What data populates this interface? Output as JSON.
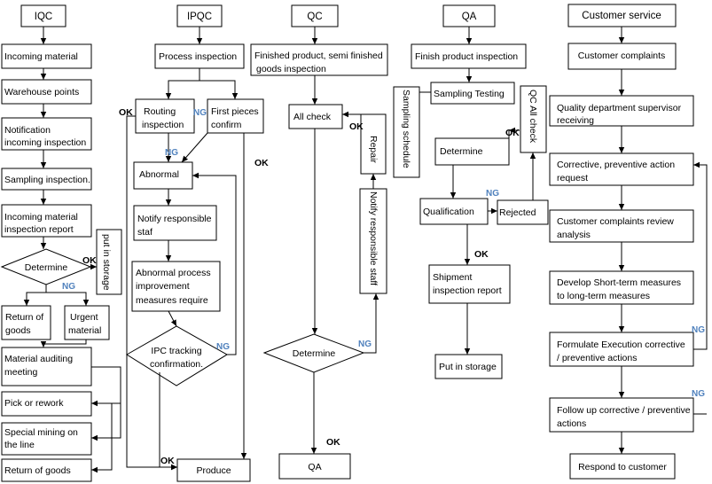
{
  "headers": {
    "iqc": "IQC",
    "ipqc": "IPQC",
    "qc": "QC",
    "qa": "QA",
    "cs": "Customer service"
  },
  "iqc": {
    "incoming_material": "Incoming material",
    "warehouse_points": "Warehouse points",
    "notification_1": "Notification",
    "notification_2": "incoming inspection",
    "sampling_inspection": "Sampling inspection.",
    "report_1": "Incoming   material",
    "report_2": "inspection report",
    "determine": "Determine",
    "put_in_storage": "put in storage",
    "return_goods_1": "Return of",
    "return_goods_2": "goods",
    "urgent_1": "Urgent",
    "urgent_2": "material",
    "auditing_1": "Material auditing",
    "auditing_2": "meeting",
    "pick_rework": "Pick or rework",
    "special_1": "Special mining on",
    "special_2": "the line",
    "return_goods_bottom": "Return of goods"
  },
  "ipqc": {
    "process_inspection": "Process inspection",
    "routing_1": "Routing",
    "routing_2": "inspection",
    "first_1": "First pieces",
    "first_2": "confirm",
    "abnormal": "Abnormal",
    "notify_1": "Notify responsible",
    "notify_2": "staf",
    "improve_1": "Abnormal process",
    "improve_2": "improvement",
    "improve_3": "measures require",
    "ipc_1": "IPC tracking",
    "ipc_2": "confirmation.",
    "produce": "Produce"
  },
  "qc": {
    "finished_1": "Finished product, semi finished",
    "finished_2": "goods inspection",
    "all_check": "All check",
    "repair": "Repair",
    "notify_staff": "Notify responsible staff",
    "determine": "Determine",
    "qa": "QA"
  },
  "qa": {
    "finish_inspection": "Finish product inspection",
    "sampling_testing": "Sampling Testing",
    "sampling_schedule": "Sampling schedule",
    "qc_all_check": "QC All check",
    "determine": "Determine",
    "qualification": "Qualification",
    "rejected": "Rejected",
    "shipment_1": "Shipment",
    "shipment_2": "inspection report",
    "put_in_storage": "Put in storage"
  },
  "cs": {
    "complaints": "Customer complaints",
    "supervisor_1": "Quality department supervisor",
    "supervisor_2": "receiving",
    "corrective_1": "Corrective,  preventive  action",
    "corrective_2": "request",
    "review_1": "Customer complaints review",
    "review_2": "analysis",
    "develop_1": "Develop Short-term measures",
    "develop_2": "to long-term measures",
    "formulate_1": "Formulate Execution corrective",
    "formulate_2": "/ preventive actions",
    "follow_1": "Follow up corrective / preventive",
    "follow_2": "actions",
    "respond": "Respond to customer"
  },
  "flags": {
    "ok": "OK",
    "ng": "NG"
  }
}
